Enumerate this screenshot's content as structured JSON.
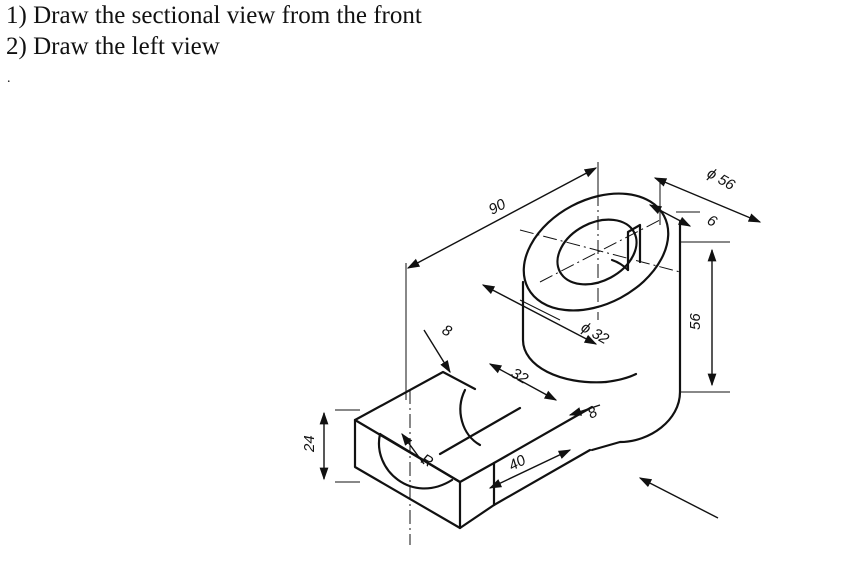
{
  "instructions": [
    "1) Draw the sectional view from the front",
    "2) Draw the left view"
  ],
  "stray_mark": ".",
  "dimensions": {
    "overall_length": "90",
    "outer_diameter": "ϕ 56",
    "slot_width": "6",
    "height": "56",
    "bore_diameter": "ϕ 32",
    "wall_8_a": "8",
    "groove_width": "32",
    "wall_8_b": "8",
    "base_length": "40",
    "base_height": "24",
    "radius": "R"
  },
  "colors": {
    "line": "#111111",
    "background": "#ffffff"
  }
}
